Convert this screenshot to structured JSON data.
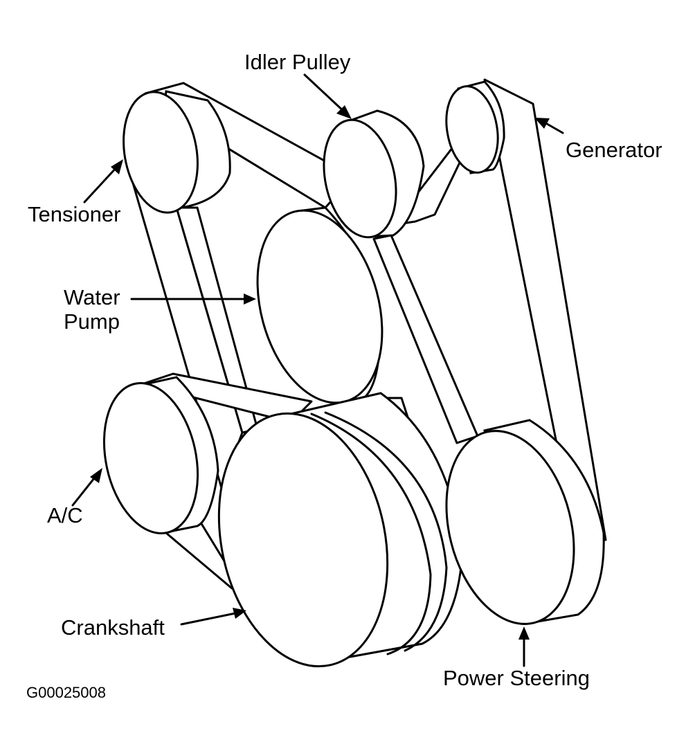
{
  "labels": {
    "idler_pulley": "Idler Pulley",
    "generator": "Generator",
    "tensioner": "Tensioner",
    "water_pump_line1": "Water",
    "water_pump_line2": "Pump",
    "ac": "A/C",
    "crankshaft": "Crankshaft",
    "power_steering": "Power Steering"
  },
  "figure_code": "G00025008",
  "colors": {
    "ink": "#000000",
    "paper": "#ffffff"
  }
}
